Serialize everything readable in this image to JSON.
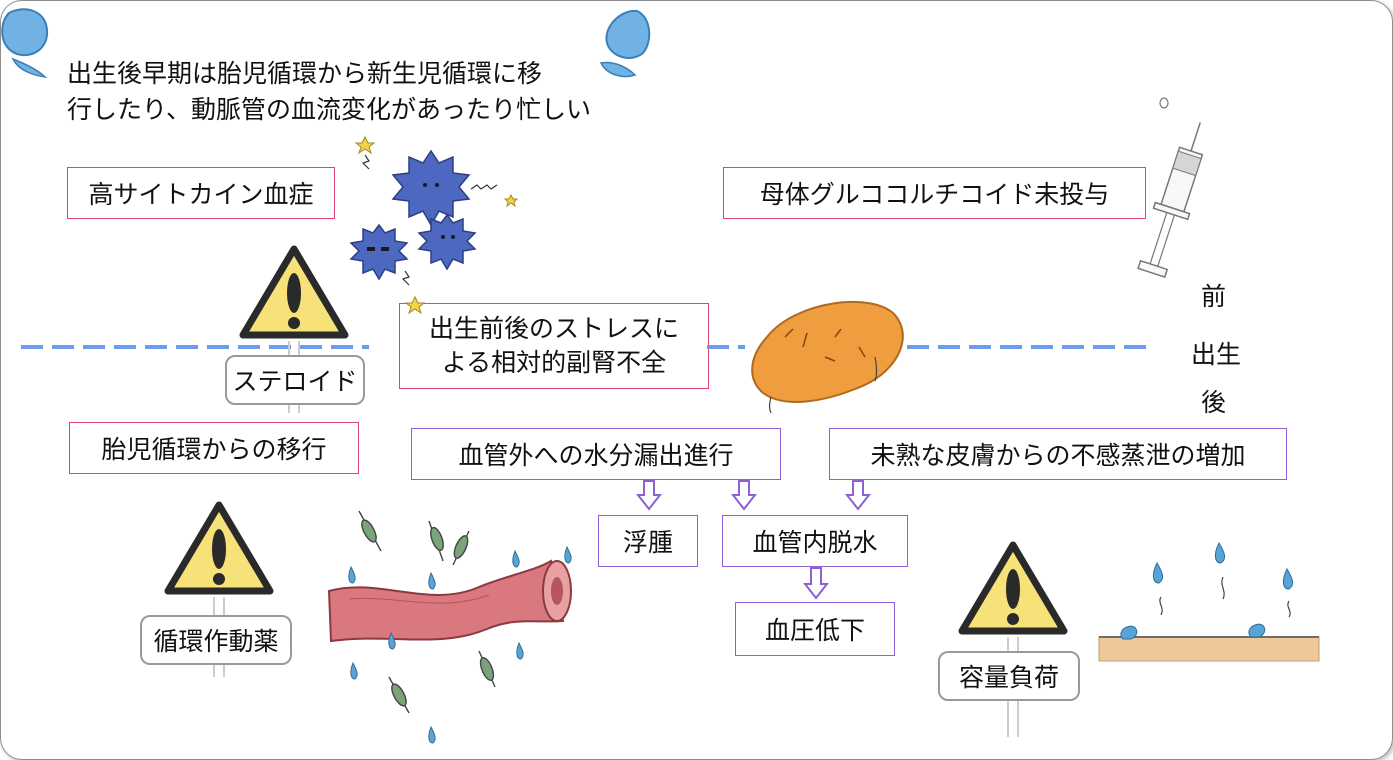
{
  "top_note": {
    "line1": "出生後早期は胎児循環から新生児循環に移",
    "line2": "行したり、動脈管の血流変化があったり忙しい"
  },
  "factors": {
    "cytokine": "高サイトカイン血症",
    "glucocorticoid": "母体グルココルチコイド未投与",
    "stress": {
      "line1": "出生前後のストレスに",
      "line2": "よる相対的副腎不全"
    },
    "fetal_transition": "胎児循環からの移行"
  },
  "birth_marker": {
    "line1": "前",
    "line2": "出生",
    "line3": "後"
  },
  "processes": {
    "extravasation": "血管外への水分漏出進行",
    "skin_loss": "未熟な皮膚からの不感蒸泄の増加",
    "edema": "浮腫",
    "dehydration": "血管内脱水",
    "hypotension": "血圧低下"
  },
  "warning_signs": {
    "steroid": "ステロイド",
    "inotrope": "循環作動薬",
    "volume": "容量負荷"
  },
  "colors": {
    "pink_border": "#e0447a",
    "purple_border": "#8e5fd6",
    "dashed_line": "#6d9bf0",
    "warning_yellow": "#f7e27a",
    "drop_blue": "#5aa3d6",
    "adrenal_orange": "#ef9d3f",
    "vessel_red": "#d9787e",
    "virus_blue": "#4c68c0"
  }
}
